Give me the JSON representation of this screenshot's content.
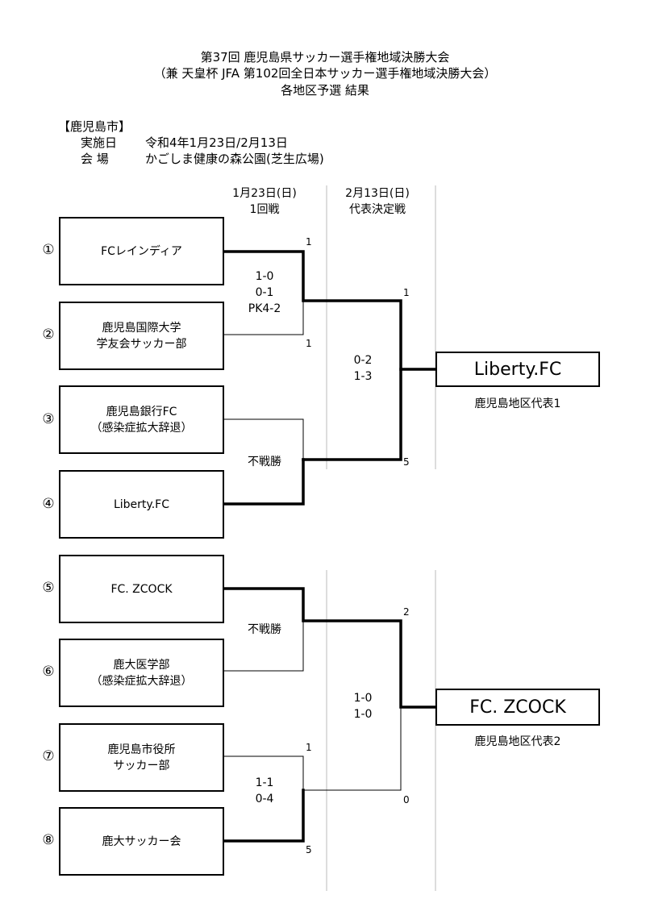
{
  "header": {
    "title_line1": "第37回 鹿児島県サッカー選手権地域決勝大会",
    "title_line2": "（兼 天皇杯 JFA 第102回全日本サッカー選手権地域決勝大会）",
    "title_line3": "各地区予選 結果"
  },
  "info": {
    "region": "【鹿児島市】",
    "date_label": "実施日",
    "date_value": "令和4年1月23日/2月13日",
    "venue_label": "会 場",
    "venue_value": "かごしま健康の森公園(芝生広場)"
  },
  "columns": {
    "round1_date": "1月23日(日)",
    "round1_name": "1回戦",
    "round2_date": "2月13日(日)",
    "round2_name": "代表決定戦"
  },
  "teams": [
    {
      "num": "①",
      "name": "FCレインディア"
    },
    {
      "num": "②",
      "name": "鹿児島国際大学\n学友会サッカー部"
    },
    {
      "num": "③",
      "name": "鹿児島銀行FC\n（感染症拡大辞退）"
    },
    {
      "num": "④",
      "name": "Liberty.FC"
    },
    {
      "num": "⑤",
      "name": "FC. ZCOCK"
    },
    {
      "num": "⑥",
      "name": "鹿大医学部\n（感染症拡大辞退）"
    },
    {
      "num": "⑦",
      "name": "鹿児島市役所\nサッカー部"
    },
    {
      "num": "⑧",
      "name": "鹿大サッカー会"
    }
  ],
  "matches": {
    "m1": {
      "score": "1-0\n0-1\nPK4-2",
      "top": "1",
      "bottom": "1"
    },
    "m2": {
      "score": "不戦勝"
    },
    "m3": {
      "score": "不戦勝"
    },
    "m4": {
      "score": "1-1\n0-4",
      "top": "1",
      "bottom": "5"
    },
    "final1": {
      "score": "0-2\n1-3",
      "top": "1",
      "bottom": "5"
    },
    "final2": {
      "score": "1-0\n1-0",
      "top": "2",
      "bottom": "0"
    }
  },
  "winners": {
    "w1_name": "Liberty.FC",
    "w1_label": "鹿児島地区代表1",
    "w2_name": "FC. ZCOCK",
    "w2_label": "鹿児島地区代表2"
  }
}
